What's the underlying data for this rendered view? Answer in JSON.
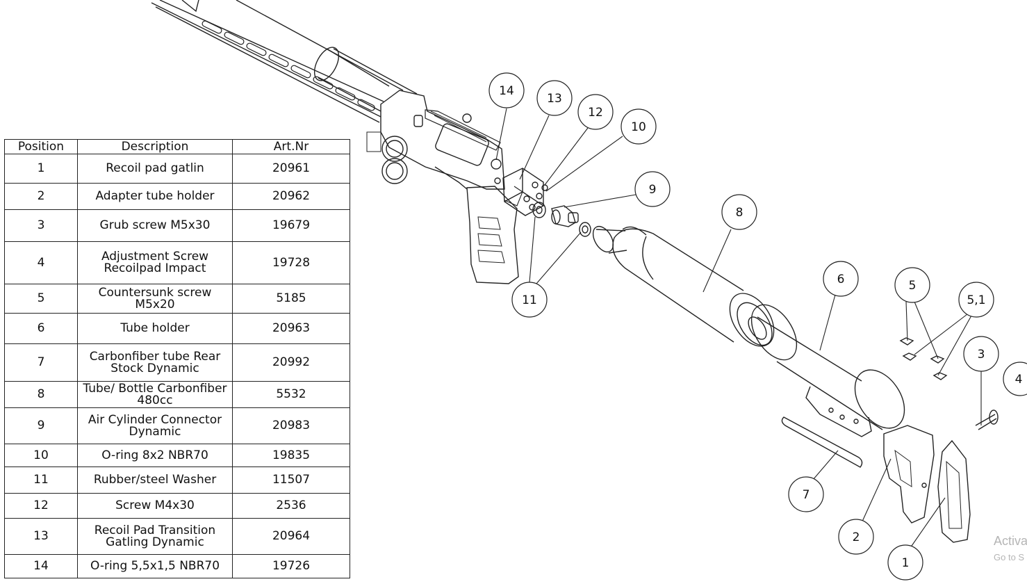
{
  "table": {
    "headers": [
      "Position",
      "Description",
      "Art.Nr"
    ],
    "rows": [
      {
        "pos": "1",
        "desc": "Recoil pad gatlin",
        "art": "20961"
      },
      {
        "pos": "2",
        "desc": "Adapter tube holder",
        "art": "20962"
      },
      {
        "pos": "3",
        "desc": "Grub screw M5x30",
        "art": "19679"
      },
      {
        "pos": "4",
        "desc": "Adjustment Screw Recoilpad Impact",
        "art": "19728"
      },
      {
        "pos": "5",
        "desc": "Countersunk screw M5x20",
        "art": "5185"
      },
      {
        "pos": "6",
        "desc": "Tube holder",
        "art": "20963"
      },
      {
        "pos": "7",
        "desc": "Carbonfiber tube Rear Stock Dynamic",
        "art": "20992"
      },
      {
        "pos": "8",
        "desc": "Tube/ Bottle Carbonfiber 480cc",
        "art": "5532"
      },
      {
        "pos": "9",
        "desc": "Air Cylinder Connector Dynamic",
        "art": "20983"
      },
      {
        "pos": "10",
        "desc": "O-ring 8x2 NBR70",
        "art": "19835"
      },
      {
        "pos": "11",
        "desc": "Rubber/steel Washer",
        "art": "11507"
      },
      {
        "pos": "12",
        "desc": "Screw M4x30",
        "art": "2536"
      },
      {
        "pos": "13",
        "desc": "Recoil Pad Transition Gatling Dynamic",
        "art": "20964"
      },
      {
        "pos": "14",
        "desc": "O-ring 5,5x1,5 NBR70",
        "art": "19726"
      }
    ]
  },
  "balloons": [
    "14",
    "13",
    "12",
    "10",
    "9",
    "8",
    "11",
    "6",
    "5",
    "5,1",
    "3",
    "4",
    "7",
    "2",
    "1"
  ],
  "watermark": {
    "line1": "Activa",
    "line2": "Go to S"
  }
}
